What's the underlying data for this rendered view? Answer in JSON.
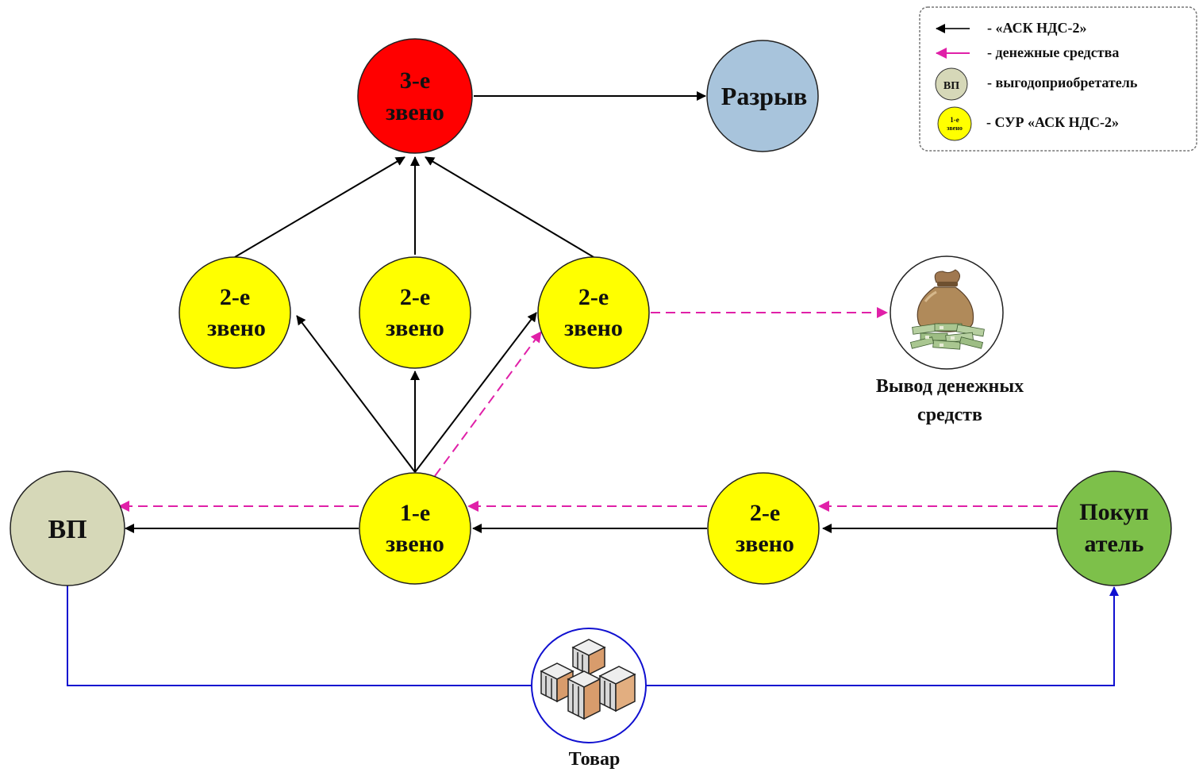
{
  "nodes": {
    "third_link": {
      "line1": "3-е",
      "line2": "звено",
      "color": "#ff0000"
    },
    "break": {
      "label": "Разрыв",
      "color": "#a8c4dc"
    },
    "second_left": {
      "line1": "2-е",
      "line2": "звено",
      "color": "#ffff00"
    },
    "second_mid": {
      "line1": "2-е",
      "line2": "звено",
      "color": "#ffff00"
    },
    "second_right": {
      "line1": "2-е",
      "line2": "звено",
      "color": "#ffff00"
    },
    "first_link": {
      "line1": "1-е",
      "line2": "звено",
      "color": "#ffff00"
    },
    "second_bottom": {
      "line1": "2-е",
      "line2": "звено",
      "color": "#ffff00"
    },
    "vp": {
      "label": "ВП",
      "color": "#d6d8b8"
    },
    "buyer": {
      "line1": "Покуп",
      "line2": "атель",
      "color": "#7dc04a"
    }
  },
  "money_withdrawal": {
    "line1": "Вывод денежных",
    "line2": "средств",
    "icon": "money-bag-icon"
  },
  "goods": {
    "label": "Товар",
    "icon": "boxes-icon"
  },
  "legend": {
    "ask": "- «АСК НДС-2»",
    "money": "- денежные средства",
    "beneficiary": "- выгодоприобретатель",
    "beneficiary_symbol": "ВП",
    "sur": "- СУР «АСК НДС-2»",
    "sur_symbol_line1": "1-е",
    "sur_symbol_line2": "звено"
  },
  "colors": {
    "ask_arrow": "#000000",
    "money_arrow": "#e020a8",
    "goods_line": "#1010d0",
    "legend_border": "#777777"
  }
}
